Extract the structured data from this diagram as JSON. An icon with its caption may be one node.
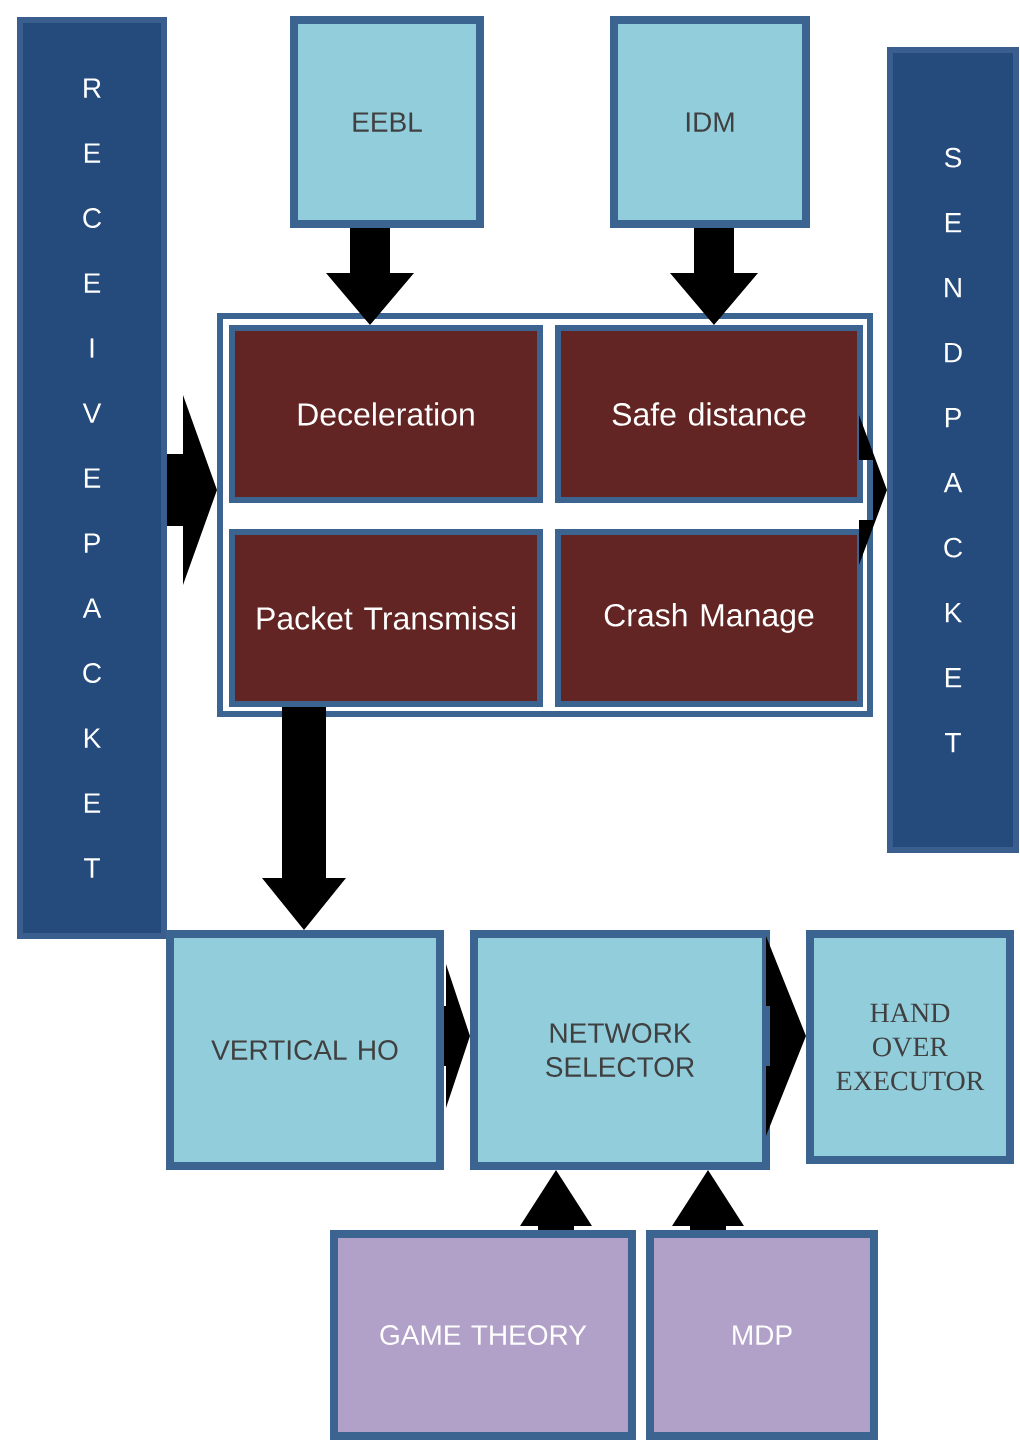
{
  "diagram": {
    "nodes": [
      {
        "text": [
          "RECEIVEPACKET"
        ]
      },
      {
        "text": [
          "EEBL"
        ]
      },
      {
        "text": [
          "IDM"
        ]
      },
      {
        "text": [
          "SENDPACKET"
        ]
      },
      {
        "text": [],
        "shape": "box"
      },
      {
        "text": [
          "Deceleration"
        ],
        "in": 4
      },
      {
        "text": [
          "Safe distance"
        ],
        "in": 4
      },
      {
        "text": [
          "Packet Transmissi"
        ],
        "in": 4
      },
      {
        "text": [
          "Crash Manage"
        ],
        "in": 4
      },
      {
        "text": [
          "VERTICAL HO"
        ]
      },
      {
        "text": [
          "NETWORK SELECTOR"
        ]
      },
      {
        "text": [
          "HAND OVER EXECUTOR"
        ]
      },
      {
        "text": [
          "GAME THEORY"
        ]
      },
      {
        "text": [
          "MDP"
        ]
      }
    ],
    "edges": [
      {
        "from": 1,
        "to": 5,
        "arrow": "to",
        "style": "thick"
      },
      {
        "from": 2,
        "to": 6,
        "arrow": "to",
        "style": "thick"
      },
      {
        "from": 0,
        "to": 4,
        "arrow": "to",
        "style": "thick"
      },
      {
        "from": 4,
        "to": 3,
        "arrow": "to",
        "style": "thick"
      },
      {
        "from": 7,
        "to": 9,
        "arrow": "to",
        "style": "thick"
      },
      {
        "from": 9,
        "to": 10,
        "arrow": "to",
        "style": "thick"
      },
      {
        "from": 10,
        "to": 11,
        "arrow": "to",
        "style": "thick"
      },
      {
        "from": 12,
        "to": 10,
        "arrow": "to",
        "style": "thick"
      },
      {
        "from": 13,
        "to": 10,
        "arrow": "to",
        "style": "thick"
      }
    ]
  }
}
